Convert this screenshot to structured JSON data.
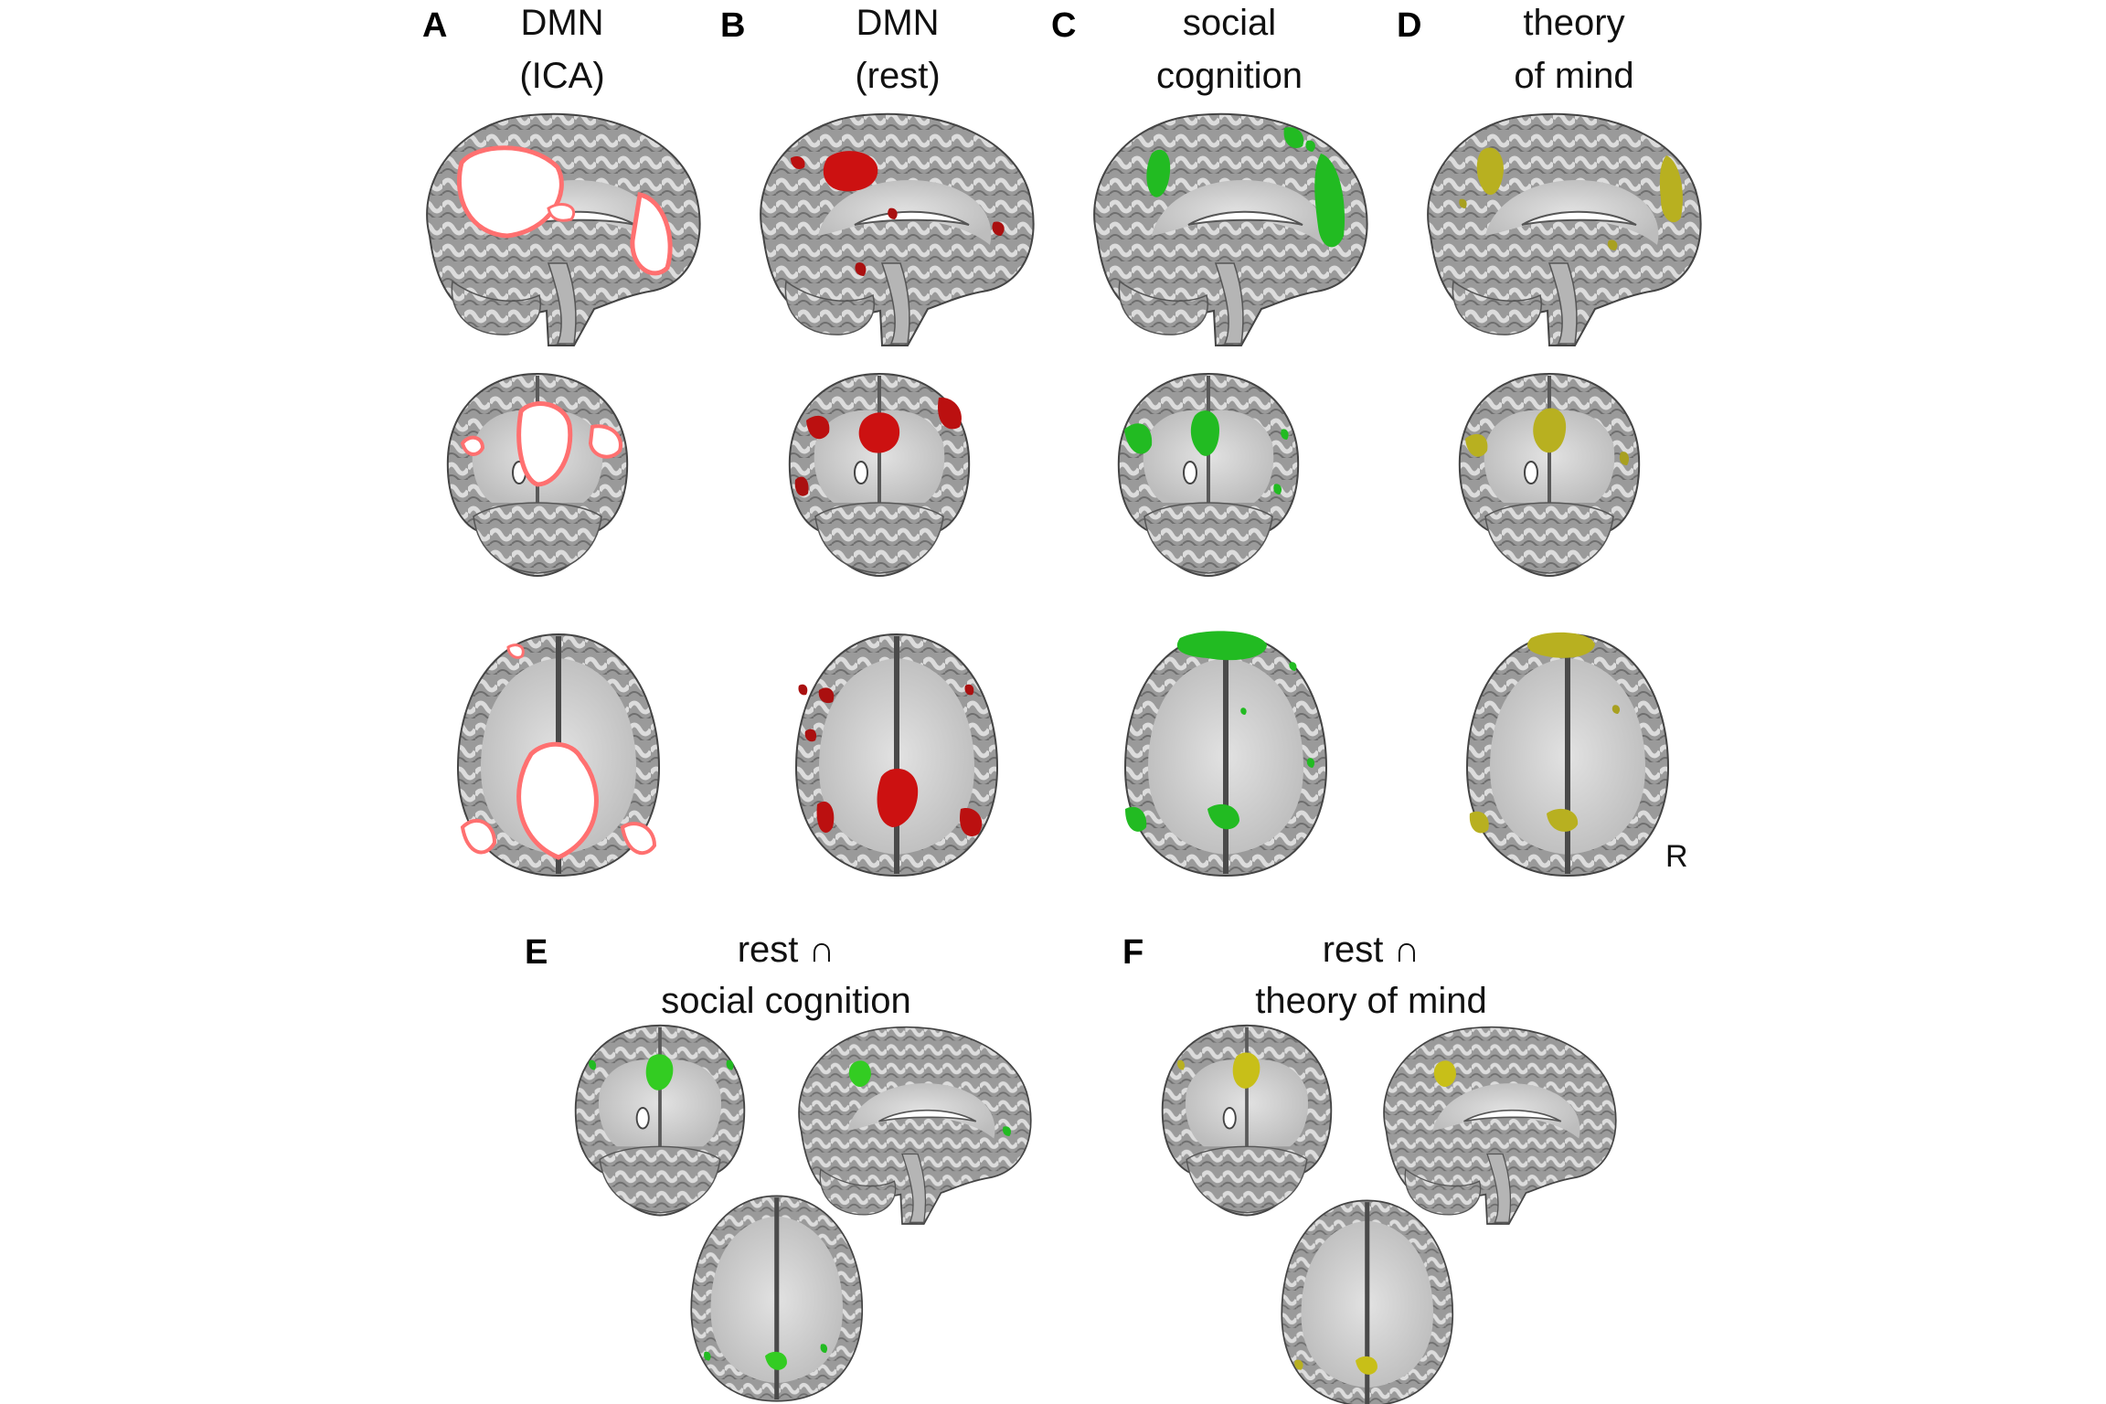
{
  "colors": {
    "dmn_ica": "#ffffff",
    "dmn_ica_edge": "#ff6060",
    "dmn_rest": "#cc1111",
    "social_cognition": "#22bb22",
    "theory_of_mind": "#b8b020",
    "brain_gray": "#8c8c8c",
    "brain_light": "#d2d2d2"
  },
  "panels": [
    {
      "letter": "A",
      "title_line1": "DMN",
      "title_line2": "(ICA)",
      "overlay": "dmn_ica"
    },
    {
      "letter": "B",
      "title_line1": "DMN",
      "title_line2": "(rest)",
      "overlay": "dmn_rest"
    },
    {
      "letter": "C",
      "title_line1": "social",
      "title_line2": "cognition",
      "overlay": "social_cognition"
    },
    {
      "letter": "D",
      "title_line1": "theory",
      "title_line2": "of mind",
      "overlay": "theory_of_mind"
    }
  ],
  "bottom_panels": [
    {
      "letter": "E",
      "title_line1": "rest ∩",
      "title_line2": "social cognition",
      "overlay": "social_cognition"
    },
    {
      "letter": "F",
      "title_line1": "rest ∩",
      "title_line2": "theory of mind",
      "overlay": "theory_of_mind"
    }
  ],
  "orientation_label": "R"
}
